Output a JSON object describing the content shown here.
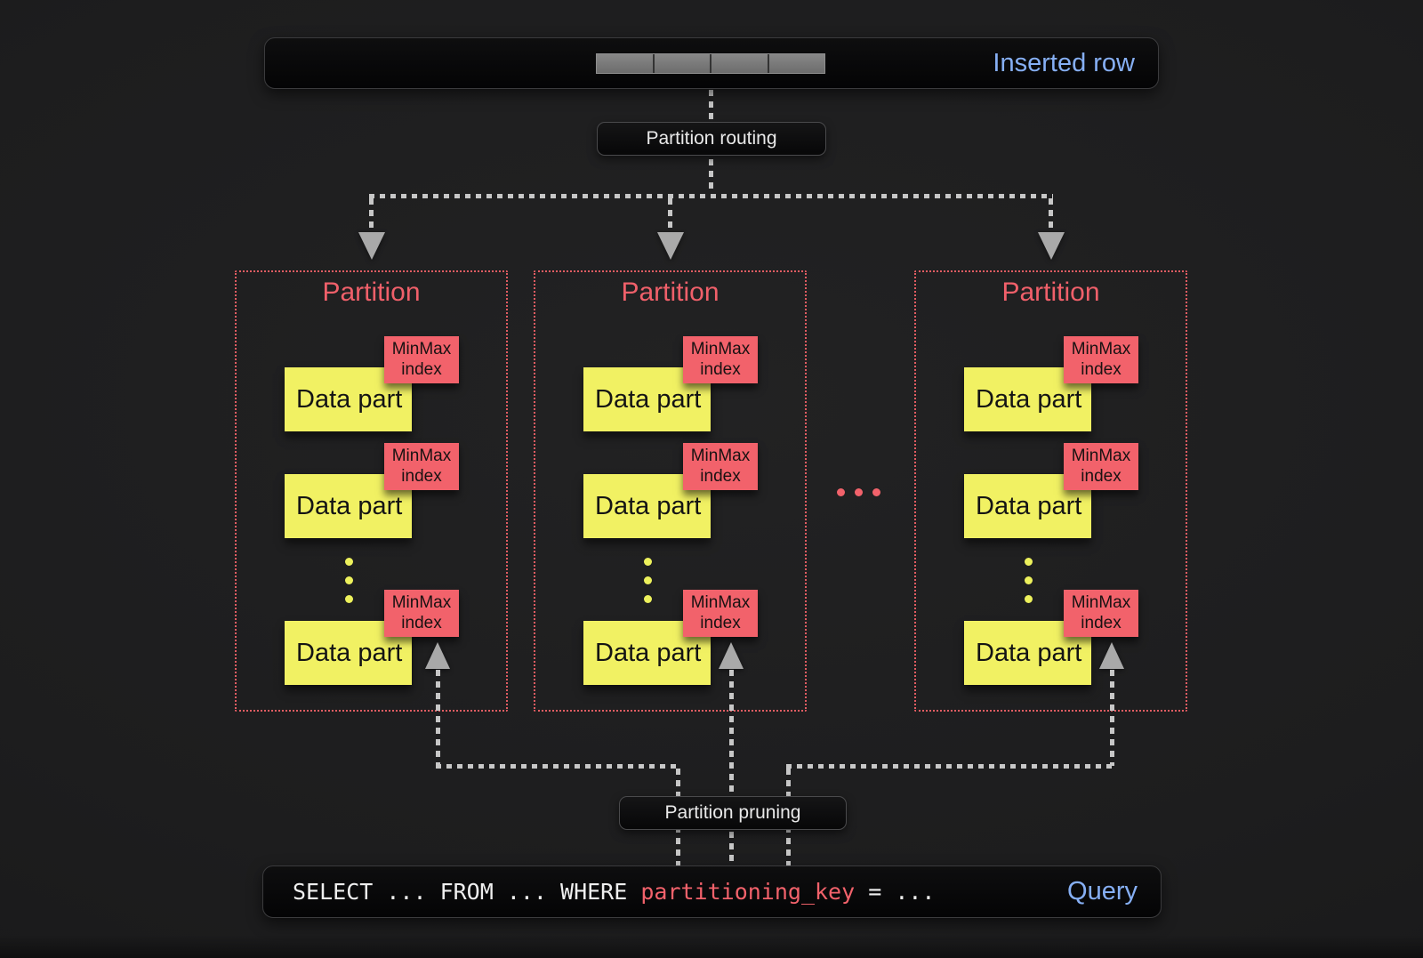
{
  "colors": {
    "background": "#1d1d1e",
    "panel": "#070708",
    "accent_blue": "#86aff4",
    "salmon_red": "#f2626b",
    "part_yellow": "#f1f163",
    "connector_gray": "#c7c7c7",
    "arrow_gray": "#a9a9a9"
  },
  "inserted_row": {
    "label": "Inserted row",
    "segments": 4
  },
  "routing_label": "Partition routing",
  "pruning_label": "Partition pruning",
  "partitions_ellipsis": "...",
  "partitions": [
    {
      "title": "Partition",
      "parts": [
        {
          "label": "Data part",
          "tag": "MinMax index"
        },
        {
          "label": "Data part",
          "tag": "MinMax index"
        },
        {
          "label": "Data part",
          "tag": "MinMax index"
        }
      ]
    },
    {
      "title": "Partition",
      "parts": [
        {
          "label": "Data part",
          "tag": "MinMax index"
        },
        {
          "label": "Data part",
          "tag": "MinMax index"
        },
        {
          "label": "Data part",
          "tag": "MinMax index"
        }
      ]
    },
    {
      "title": "Partition",
      "parts": [
        {
          "label": "Data part",
          "tag": "MinMax index"
        },
        {
          "label": "Data part",
          "tag": "MinMax index"
        },
        {
          "label": "Data part",
          "tag": "MinMax index"
        }
      ]
    }
  ],
  "query": {
    "prefix": "SELECT ... FROM ... WHERE ",
    "key": "partitioning_key",
    "suffix": " = ...",
    "label": "Query"
  }
}
